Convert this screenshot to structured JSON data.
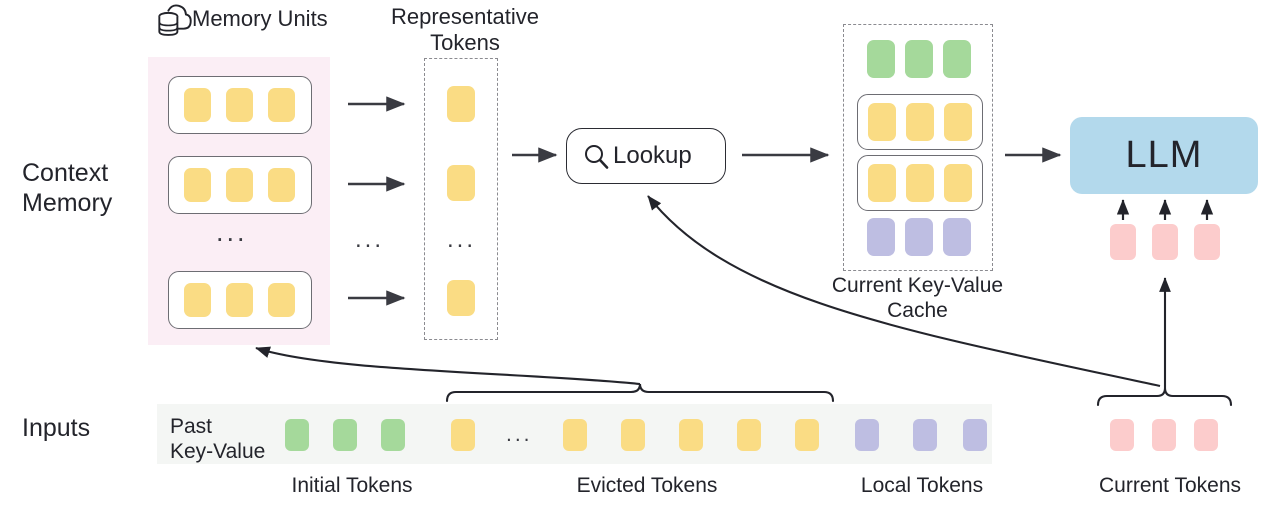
{
  "diagram": {
    "title": "Context Memory LLM KV-cache lookup pipeline",
    "row_labels": {
      "context_memory": "Context\nMemory",
      "inputs": "Inputs"
    },
    "memory_units": {
      "label": "Memory Units",
      "icon": "cloud-database-icon",
      "unit_count_shown": 3,
      "tokens_per_unit": 3,
      "ellipsis": "...",
      "panel_color": "#fbeef5",
      "token_color": "#fadc84"
    },
    "representative_tokens": {
      "label": "Representative\nTokens",
      "tokens_shown": 3,
      "ellipsis": "...",
      "between_ellipsis": "...",
      "border": "dashed",
      "token_color": "#fadc84"
    },
    "lookup": {
      "label": "Lookup",
      "icon": "search-icon"
    },
    "kv_cache": {
      "label": "Current Key-Value\nCache",
      "border": "dashed",
      "rows": [
        {
          "name": "initial-tokens-row",
          "color": "#a5d99b",
          "count": 3,
          "boxed": false
        },
        {
          "name": "memory-unit-row-1",
          "color": "#fadc84",
          "count": 3,
          "boxed": true
        },
        {
          "name": "memory-unit-row-2",
          "color": "#fadc84",
          "count": 3,
          "boxed": true
        },
        {
          "name": "local-tokens-row",
          "color": "#bebee2",
          "count": 3,
          "boxed": false
        }
      ]
    },
    "llm": {
      "label": "LLM",
      "color": "#b3d9ec",
      "input_tokens": {
        "count": 3,
        "color": "#fccccc"
      }
    },
    "inputs": {
      "past_key_value_label": "Past\nKey-Value",
      "strip_color": "#f4f6f4",
      "ellipsis": "...",
      "tokens": [
        {
          "color": "#a5d99b",
          "group": "initial"
        },
        {
          "color": "#a5d99b",
          "group": "initial"
        },
        {
          "color": "#a5d99b",
          "group": "initial"
        },
        {
          "color": "#fadc84",
          "group": "evicted"
        },
        {
          "color": "#fadc84",
          "group": "evicted"
        },
        {
          "color": "#fadc84",
          "group": "evicted"
        },
        {
          "color": "#fadc84",
          "group": "evicted"
        },
        {
          "color": "#fadc84",
          "group": "evicted"
        },
        {
          "color": "#fadc84",
          "group": "evicted"
        },
        {
          "color": "#bebee2",
          "group": "local"
        },
        {
          "color": "#bebee2",
          "group": "local"
        },
        {
          "color": "#bebee2",
          "group": "local"
        }
      ],
      "current_tokens": [
        {
          "color": "#fccccc"
        },
        {
          "color": "#fccccc"
        },
        {
          "color": "#fccccc"
        }
      ]
    },
    "captions": {
      "initial": "Initial Tokens",
      "evicted": "Evicted Tokens",
      "local": "Local Tokens",
      "current": "Current Tokens"
    },
    "colors": {
      "yellow_token": "#fadc84",
      "green_token": "#a5d99b",
      "purple_token": "#bebee2",
      "pink_token": "#fccccc",
      "llm_blue": "#b3d9ec",
      "memory_panel_pink": "#fbeef5",
      "inputs_strip_gray": "#f4f6f4",
      "stroke": "#3a3b42"
    }
  }
}
